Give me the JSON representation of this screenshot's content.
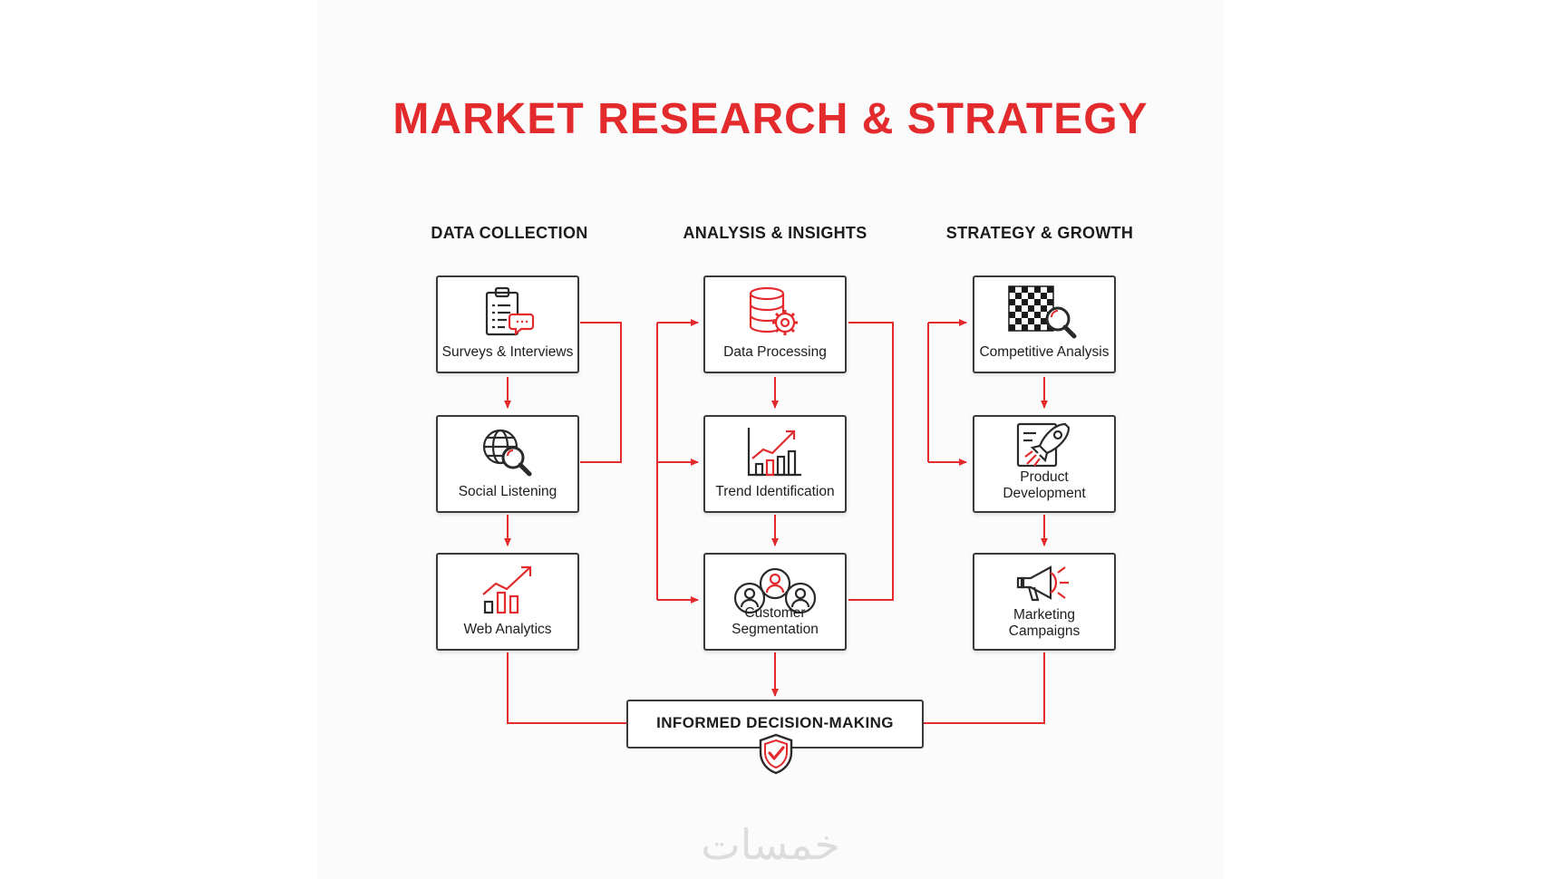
{
  "title": "MARKET RESEARCH & STRATEGY",
  "columns": [
    {
      "heading": "DATA COLLECTION"
    },
    {
      "heading": "ANALYSIS & INSIGHTS"
    },
    {
      "heading": "STRATEGY & GROWTH"
    }
  ],
  "nodes": {
    "surveys": {
      "label": "Surveys & Interviews",
      "icon": "clipboard-chat-icon"
    },
    "social": {
      "label": "Social Listening",
      "icon": "globe-search-icon"
    },
    "web": {
      "label": "Web Analytics",
      "icon": "bar-chart-trend-icon"
    },
    "processing": {
      "label": "Data Processing",
      "icon": "database-gear-icon"
    },
    "trend": {
      "label": "Trend Identification",
      "icon": "trend-chart-icon"
    },
    "segmentation": {
      "label": "Customer Segmentation",
      "icon": "user-group-icon"
    },
    "competitive": {
      "label": "Competitive Analysis",
      "icon": "checkerboard-magnifier-icon"
    },
    "product": {
      "label_line1": "Product",
      "label_line2": "Development",
      "icon": "rocket-document-icon"
    },
    "marketing": {
      "label_line1": "Marketing",
      "label_line2": "Campaigns",
      "icon": "megaphone-icon"
    }
  },
  "decision": {
    "label": "INFORMED DECISION-MAKING",
    "icon": "shield-check-icon"
  },
  "watermark": {
    "text": "خمسات"
  },
  "colors": {
    "accent": "#e32b2d",
    "border": "#3a3a3a",
    "text": "#1b1b1b"
  }
}
